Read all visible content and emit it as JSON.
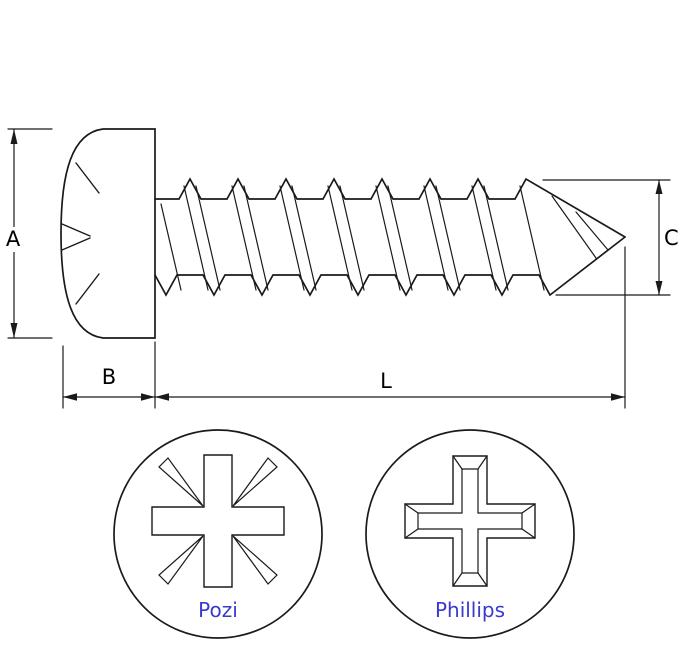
{
  "colors": {
    "line": "#1a1a1a",
    "dimension_text": "#000000",
    "drive_text": "#3a3acc",
    "background": "#ffffff"
  },
  "dimensions": {
    "head_diameter_label": "A",
    "head_height_label": "B",
    "thread_diameter_label": "C",
    "length_label": "L"
  },
  "drives": {
    "left_label": "Pozi",
    "right_label": "Phillips"
  }
}
